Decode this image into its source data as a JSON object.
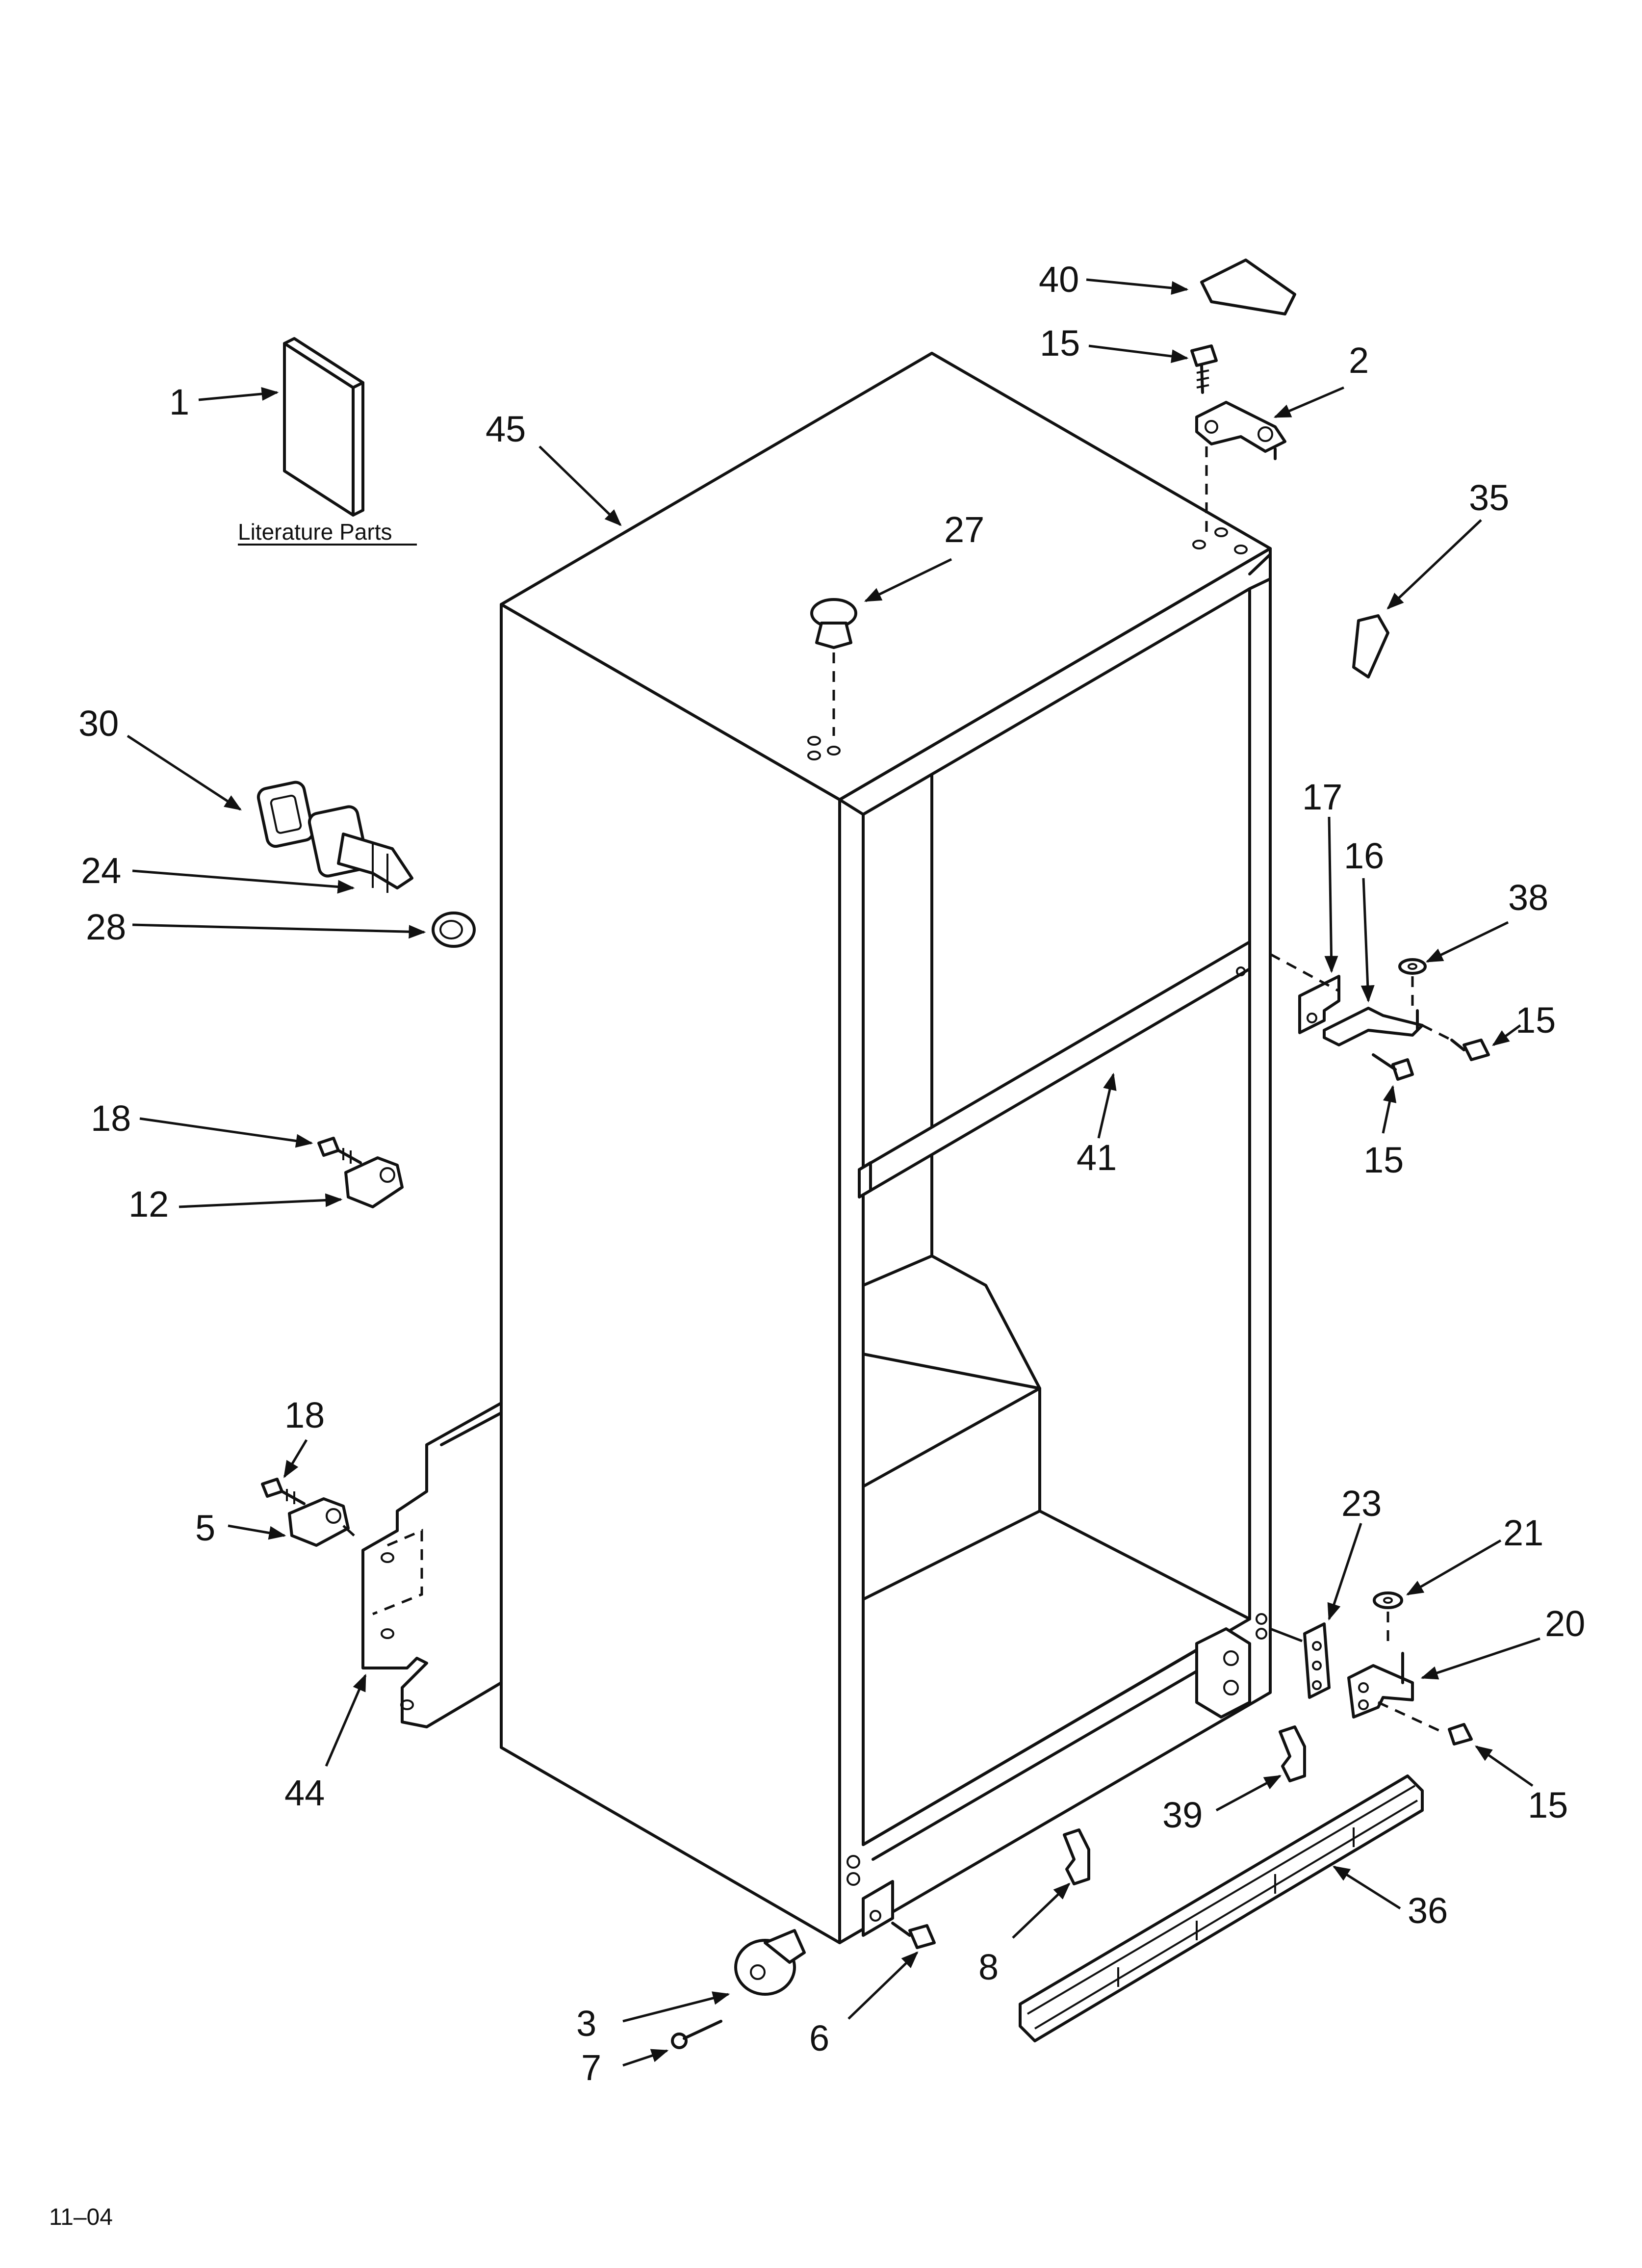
{
  "literature_caption": "Literature Parts",
  "revision_code": "11–04",
  "callouts": {
    "c1": "1",
    "c2": "2",
    "c3": "3",
    "c5": "5",
    "c6": "6",
    "c7": "7",
    "c8": "8",
    "c12": "12",
    "c15a": "15",
    "c15b": "15",
    "c15c": "15",
    "c15d": "15",
    "c16": "16",
    "c17": "17",
    "c18a": "18",
    "c18b": "18",
    "c20": "20",
    "c21": "21",
    "c23": "23",
    "c24": "24",
    "c27": "27",
    "c28": "28",
    "c30": "30",
    "c35": "35",
    "c36": "36",
    "c38": "38",
    "c39": "39",
    "c40": "40",
    "c41": "41",
    "c44": "44",
    "c45": "45"
  }
}
